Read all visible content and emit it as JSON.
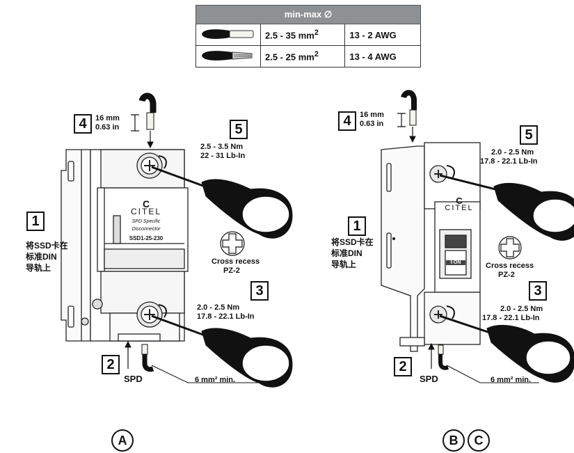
{
  "table": {
    "header": "min-max ∅",
    "rows": [
      {
        "mm2": "2.5 - 35 mm",
        "sup": "2",
        "awg": "13 - 2 AWG",
        "wire": "ferrule"
      },
      {
        "mm2": "2.5 - 25 mm",
        "sup": "2",
        "awg": "13 - 4 AWG",
        "wire": "stranded"
      }
    ]
  },
  "left": {
    "step4": "4",
    "strip_mm": "16 mm",
    "strip_in": "0.63 in",
    "step5": "5",
    "torque5_nm": "2.5 - 3.5 Nm",
    "torque5_lb": "22 - 31 Lb-In",
    "step1": "1",
    "din_text": [
      "将SSD卡在",
      "标准DIN",
      "导轨上"
    ],
    "brand_logo": "C",
    "brand": "CITEL",
    "product": "SPD Specific",
    "product2": "Disconnector",
    "model": "SSD1-25-230",
    "cross_recess": "Cross recess",
    "pz": "PZ-2",
    "step3": "3",
    "torque3_nm": "2.0 - 2.5 Nm",
    "torque3_lb": "17.8 - 22.1 Lb-In",
    "step2": "2",
    "spd": "SPD",
    "min_wire": "6 mm² min.",
    "variant": "A"
  },
  "right": {
    "step4": "4",
    "strip_mm": "16 mm",
    "strip_in": "0.63 in",
    "step5": "5",
    "torque5_nm": "2.0 - 2.5 Nm",
    "torque5_lb": "17.8 - 22.1 Lb-In",
    "step1": "1",
    "din_text": [
      "将SSD卡在",
      "标准DIN",
      "导轨上"
    ],
    "brand_logo": "C",
    "brand": "CITEL",
    "switch_label": "I-ON",
    "cross_recess": "Cross recess",
    "pz": "PZ-2",
    "step3": "3",
    "torque3_nm": "2.0 - 2.5 Nm",
    "torque3_lb": "17.8 - 22.1 Lb-In",
    "step2": "2",
    "spd": "SPD",
    "min_wire": "6 mm² min.",
    "variant_b": "B",
    "variant_c": "C"
  }
}
